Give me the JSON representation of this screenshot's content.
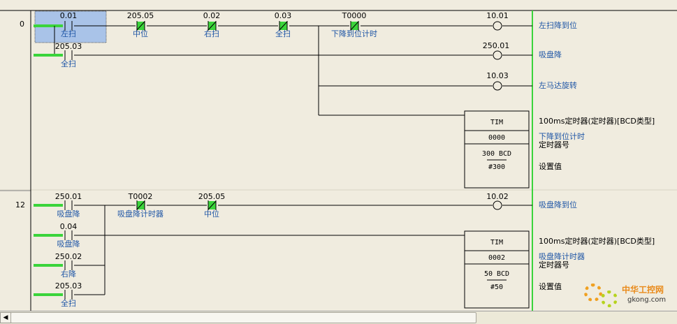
{
  "rungs": [
    {
      "number": "0",
      "contacts": [
        {
          "address": "0.01",
          "comment": "左扫",
          "selected": true
        },
        {
          "address": "205.05",
          "comment": "中位"
        },
        {
          "address": "0.02",
          "comment": "右扫"
        },
        {
          "address": "0.03",
          "comment": "全扫"
        },
        {
          "address": "T0000",
          "comment": "下降到位计时"
        },
        {
          "address": "205.03",
          "comment": "全扫"
        }
      ],
      "coils": [
        {
          "address": "10.01",
          "comment": "左扫降到位"
        },
        {
          "address": "250.01",
          "comment": "吸盘降"
        },
        {
          "address": "10.03",
          "comment": "左马达旋转"
        }
      ],
      "timer": {
        "instruction": "TIM",
        "number": "0000",
        "setting": "300 BCD",
        "setting_const": "#300",
        "description": "100ms定时器(定时器)[BCD类型]",
        "comment": "下降到位计时",
        "number_label": "定时器号",
        "setting_label": "设置值"
      }
    },
    {
      "number": "12",
      "contacts": [
        {
          "address": "250.01",
          "comment": "吸盘降"
        },
        {
          "address": "T0002",
          "comment": "吸盘降计时器"
        },
        {
          "address": "205.05",
          "comment": "中位"
        },
        {
          "address": "0.04",
          "comment": "吸盘降"
        },
        {
          "address": "250.02",
          "comment": "右降"
        },
        {
          "address": "205.03",
          "comment": "全扫"
        }
      ],
      "coils": [
        {
          "address": "10.02",
          "comment": "吸盘降到位"
        }
      ],
      "timer": {
        "instruction": "TIM",
        "number": "0002",
        "setting": "50 BCD",
        "setting_const": "#50",
        "description": "100ms定时器(定时器)[BCD类型]",
        "comment": "吸盘降计时器",
        "number_label": "定时器号",
        "setting_label": "设置值"
      }
    }
  ],
  "watermark": {
    "name": "中华工控网",
    "url": "gkong.com"
  },
  "colors": {
    "background": "#f0ecdf",
    "rail": "#3bd43b",
    "comment_text": "#1f56a6",
    "selection": "#a9c3e8"
  }
}
